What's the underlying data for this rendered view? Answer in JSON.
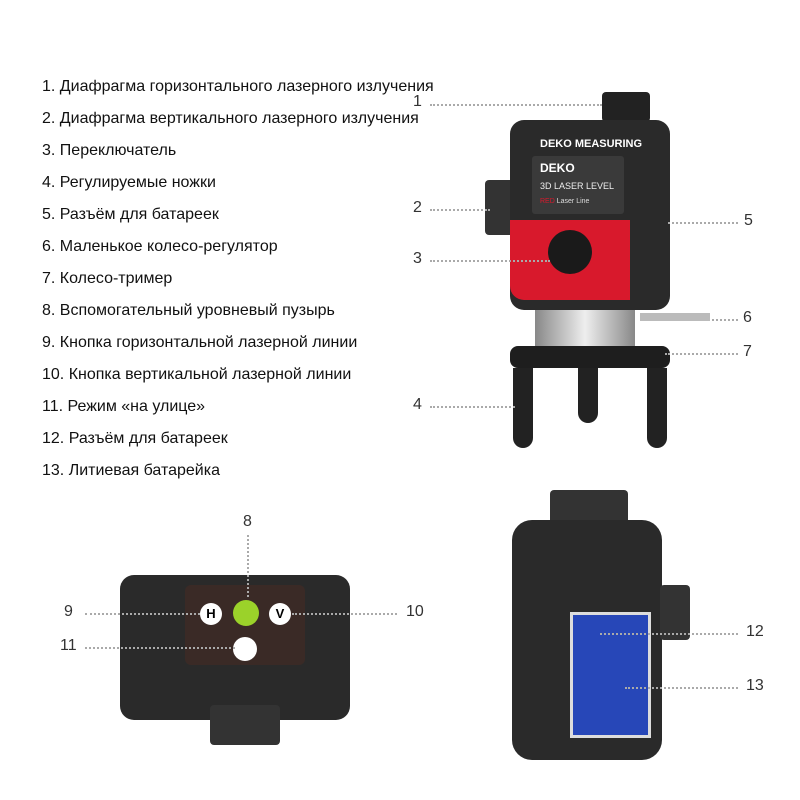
{
  "legend": [
    "1. Диафрагма горизонтального лазерного излучения",
    "2. Диафрагма вертикального лазерного излучения",
    "3. Переключатель",
    "4. Регулируемые ножки",
    "5. Разъём для батареек",
    "6. Маленькое колесо-регулятор",
    "7. Колесо-тример",
    "8. Вспомогательный уровневый пузырь",
    "9. Кнопка горизонтальной лазерной линии",
    "10. Кнопка вертикальной лазерной линии",
    "11.  Режим «на улице»",
    "12. Разъём для батареек",
    "13. Литиевая батарейка"
  ],
  "callouts": [
    "1",
    "2",
    "3",
    "4",
    "5",
    "6",
    "7",
    "8",
    "9",
    "10",
    "11",
    "12",
    "13"
  ],
  "device": {
    "brand_top": "DEKO MEASURING",
    "logo": "DEKO",
    "model": "3D LASER LEVEL",
    "laser_red": "RED",
    "laser_line": "Laser Line",
    "btn_h": "H",
    "btn_v": "V"
  },
  "colors": {
    "body": "#2a2a2a",
    "accent": "#d8192c"
  }
}
